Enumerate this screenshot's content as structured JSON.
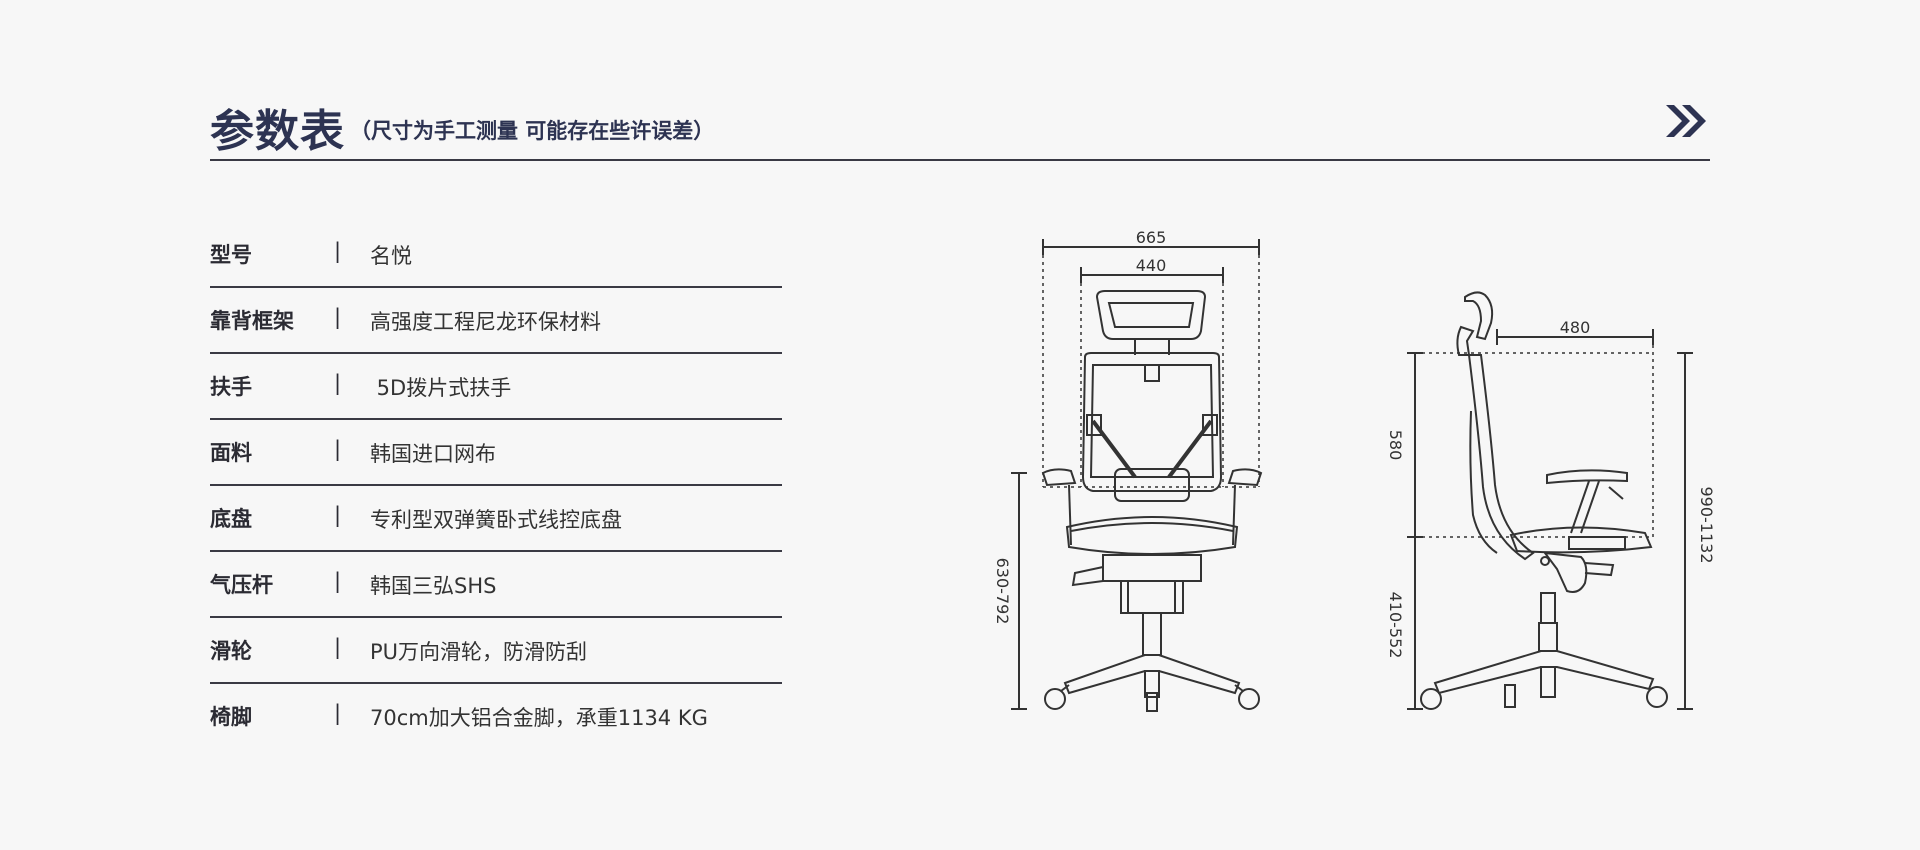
{
  "header": {
    "title": "参数表",
    "subtitle": "（尺寸为手工测量 可能存在些许误差）"
  },
  "specs": [
    {
      "label": "型号",
      "value": "名悦"
    },
    {
      "label": "靠背框架",
      "value": "高强度工程尼龙环保材料"
    },
    {
      "label": "扶手",
      "value": " 5D拨片式扶手"
    },
    {
      "label": "面料",
      "value": "韩国进口网布"
    },
    {
      "label": "底盘",
      "value": "专利型双弹簧卧式线控底盘"
    },
    {
      "label": "气压杆",
      "value": "韩国三弘SHS"
    },
    {
      "label": "滑轮",
      "value": "PU万向滑轮，防滑防刮"
    },
    {
      "label": "椅脚",
      "value": "70cm加大铝合金脚，承重1134 KG"
    }
  ],
  "separator": "|",
  "dimensions": {
    "front_width_total": "665",
    "front_width_headrest": "440",
    "front_height": "630-792",
    "side_depth": "480",
    "side_back_height": "580",
    "side_seat_height": "410-552",
    "side_total_height": "990-1132"
  },
  "colors": {
    "title": "#2d3352",
    "line": "#3a3a44",
    "background": "#f7f7f7"
  },
  "icons": {
    "next": "double-chevron-right-icon"
  }
}
